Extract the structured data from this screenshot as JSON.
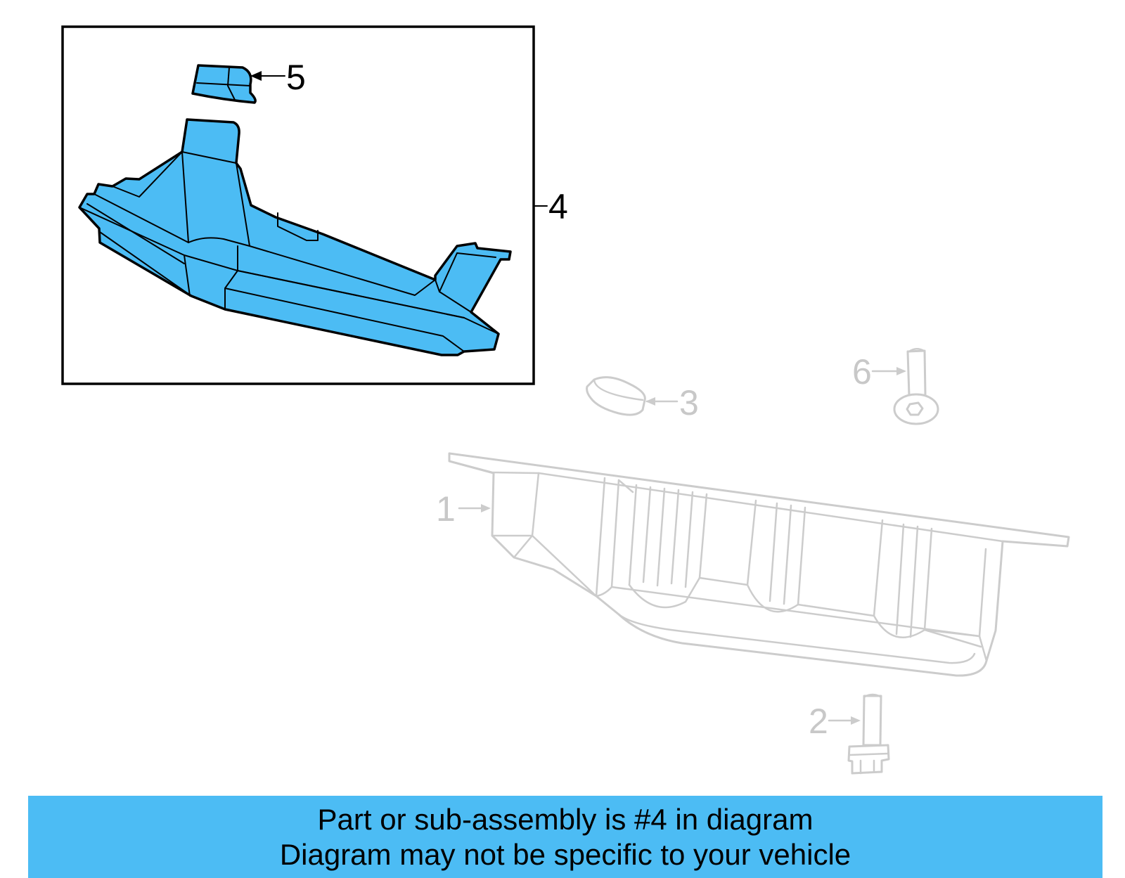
{
  "callouts": {
    "part_1": "1",
    "part_2": "2",
    "part_3": "3",
    "part_4": "4",
    "part_5": "5",
    "part_6": "6"
  },
  "banner": {
    "line1": "Part or sub-assembly is #4 in diagram",
    "line2": "Diagram may not be specific to your vehicle"
  },
  "colors": {
    "highlight": "#4cbcf4",
    "banner": "#4cbcf4",
    "dimmed_parts": "#cccccc"
  }
}
